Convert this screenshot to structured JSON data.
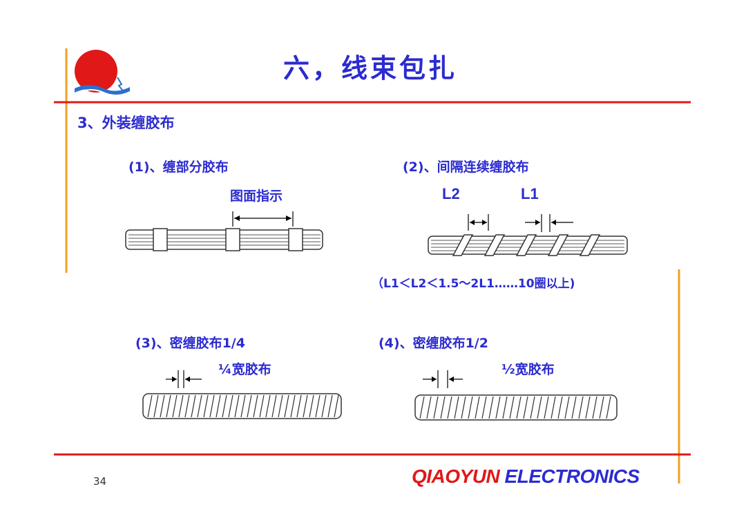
{
  "slide": {
    "title": "六，线束包扎",
    "section": "3、外装缠胶布",
    "page_number": "34"
  },
  "diagrams": {
    "d1": {
      "caption": "(1)、缠部分胶布",
      "label": "图面指示"
    },
    "d2": {
      "caption": "(2)、间隔连续缠胶布",
      "label_l2": "L2",
      "label_l1": "L1",
      "formula": "（L1＜L2＜1.5～2L1……10圈以上)"
    },
    "d3": {
      "caption": "(3)、密缠胶布1/4",
      "label": "¼宽胶布"
    },
    "d4": {
      "caption": "(4)、密缠胶布1/2",
      "label": "½宽胶布"
    }
  },
  "footer": {
    "brand_red": "QIAOYUN",
    "brand_blue": "ELECTRONICS"
  },
  "colors": {
    "accent_blue": "#2b2bd0",
    "rule_red": "#e01818",
    "frame_orange": "#f0a020",
    "logo_red": "#e01818",
    "logo_wave": "#2b6fd0"
  }
}
